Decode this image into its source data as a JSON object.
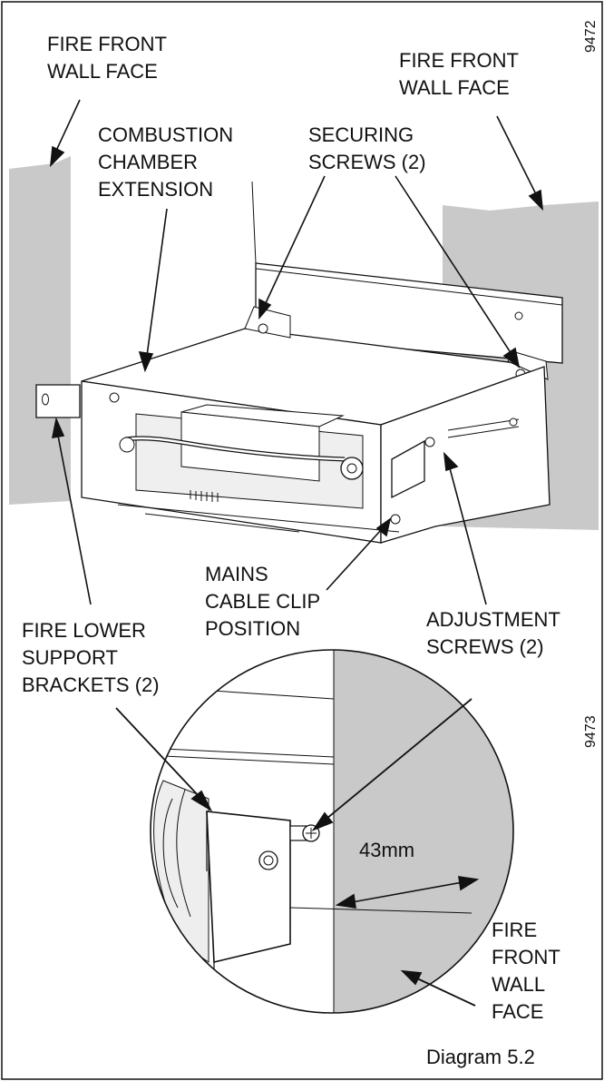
{
  "labels": {
    "fire_front_wall_face_left": [
      "FIRE FRONT",
      "WALL FACE"
    ],
    "fire_front_wall_face_right": [
      "FIRE FRONT",
      "WALL FACE"
    ],
    "combustion_chamber_extension": [
      "COMBUSTION",
      "CHAMBER",
      "EXTENSION"
    ],
    "securing_screws": [
      "SECURING",
      "SCREWS (2)"
    ],
    "mains_cable_clip_position": [
      "MAINS",
      "CABLE CLIP",
      "POSITION"
    ],
    "fire_lower_support_brackets": [
      "FIRE LOWER",
      "SUPPORT",
      "BRACKETS (2)"
    ],
    "adjustment_screws": [
      "ADJUSTMENT",
      "SCREWS (2)"
    ],
    "fire_front_wall_face_detail": [
      "FIRE",
      "FRONT",
      "WALL",
      "FACE"
    ],
    "dimension": "43mm"
  },
  "figure_codes": {
    "top": "9472",
    "detail": "9473"
  },
  "caption": "Diagram 5.2",
  "colors": {
    "wall_grey": "#c9c9c9",
    "wall_grey_dark": "#bdbdbd",
    "line": "#111111",
    "paper": "#ffffff"
  }
}
